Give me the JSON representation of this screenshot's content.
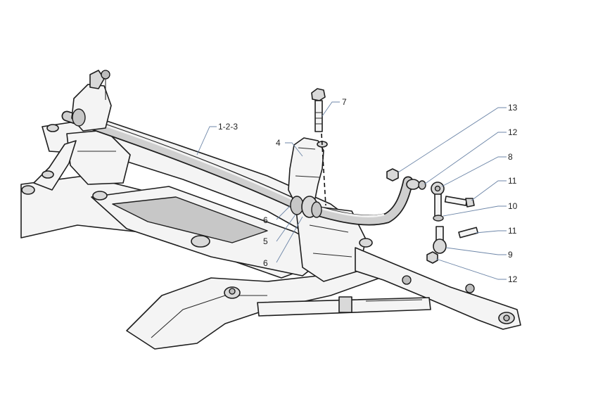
{
  "diagram": {
    "callouts": [
      {
        "id": "c-1-2-3",
        "text": "1-2-3"
      },
      {
        "id": "c-4",
        "text": "4"
      },
      {
        "id": "c-5",
        "text": "5"
      },
      {
        "id": "c-6a",
        "text": "6"
      },
      {
        "id": "c-6b",
        "text": "6"
      },
      {
        "id": "c-7",
        "text": "7"
      },
      {
        "id": "c-8",
        "text": "8"
      },
      {
        "id": "c-9",
        "text": "9"
      },
      {
        "id": "c-10",
        "text": "10"
      },
      {
        "id": "c-11a",
        "text": "11"
      },
      {
        "id": "c-11b",
        "text": "11"
      },
      {
        "id": "c-12a",
        "text": "12"
      },
      {
        "id": "c-12b",
        "text": "12"
      },
      {
        "id": "c-13",
        "text": "13"
      }
    ],
    "colors": {
      "leader": "#6d86a8",
      "outline": "#1e1e1e",
      "fill_light": "#f4f4f4",
      "fill_dark": "#c7c7c7"
    }
  }
}
